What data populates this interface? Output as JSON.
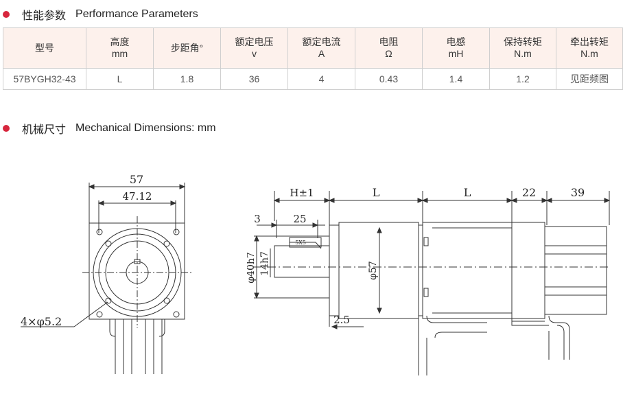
{
  "performance": {
    "title_cn": "性能参数",
    "title_en": "Performance Parameters",
    "columns": [
      {
        "name": "型号",
        "unit": ""
      },
      {
        "name": "高度",
        "unit": "mm"
      },
      {
        "name": "步距角°",
        "unit": ""
      },
      {
        "name": "额定电压",
        "unit": "v"
      },
      {
        "name": "额定电流",
        "unit": "A"
      },
      {
        "name": "电阻",
        "unit": "Ω"
      },
      {
        "name": "电感",
        "unit": "mH"
      },
      {
        "name": "保持转矩",
        "unit": "N.m"
      },
      {
        "name": "牵出转矩",
        "unit": "N.m"
      }
    ],
    "row": [
      "57BYGH32-43",
      "L",
      "1.8",
      "36",
      "4",
      "0.43",
      "1.4",
      "1.2",
      "见距频图"
    ]
  },
  "mechanical": {
    "title_cn": "机械尺寸",
    "title_en": "Mechanical Dimensions: mm",
    "front_view": {
      "dim_outer": "57",
      "dim_hole_spacing": "47.12",
      "dim_holes": "4×φ5.2"
    },
    "side_view": {
      "dim_flange": "H±1",
      "dim_l1": "L",
      "dim_l2": "L",
      "dim_22": "22",
      "dim_39": "39",
      "dim_3": "3",
      "dim_25": "25",
      "dim_key": "5X5",
      "dim_pilot": "φ40h7",
      "dim_shaft": "14h7",
      "dim_body": "φ57",
      "dim_25b": "2.5"
    }
  },
  "colors": {
    "accent": "#d7263d",
    "header_bg": "#fdf1ec",
    "border": "#cfcfcf",
    "line": "#333333"
  }
}
